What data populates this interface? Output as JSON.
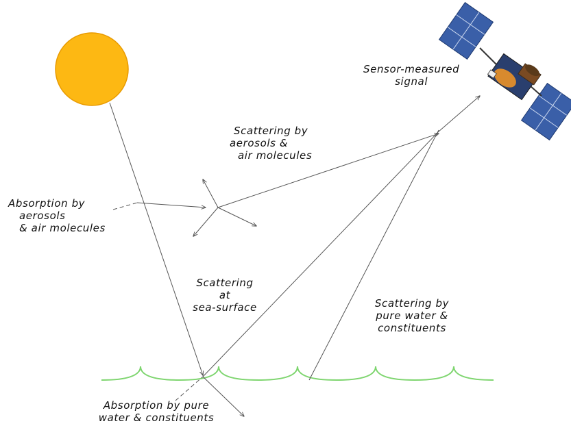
{
  "colors": {
    "sun_fill": "#FDB813",
    "sun_stroke": "#E89A00",
    "ray": "#555555",
    "water": "#7ED56F",
    "panel": "#3A5FA8",
    "panel_grid": "#C9D6EE",
    "body_gold": "#D88A2E",
    "body_dark": "#3B2A1A"
  },
  "icons": {
    "sun": "sun-icon",
    "satellite": "satellite-icon",
    "sea_surface": "wave-icon"
  },
  "labels": {
    "sensor": [
      "Sensor-measured",
      "signal"
    ],
    "scatter_atmos": [
      "Scattering by",
      "aerosols &",
      "air molecules"
    ],
    "absorb_atmos": [
      "Absorption by",
      "aerosols",
      "& air molecules"
    ],
    "scatter_surface": [
      "Scattering",
      "at",
      "sea-surface"
    ],
    "scatter_water": [
      "Scattering by",
      "pure water &",
      "constituents"
    ],
    "absorb_water": [
      "Absorption by pure",
      "water & constituents"
    ]
  }
}
